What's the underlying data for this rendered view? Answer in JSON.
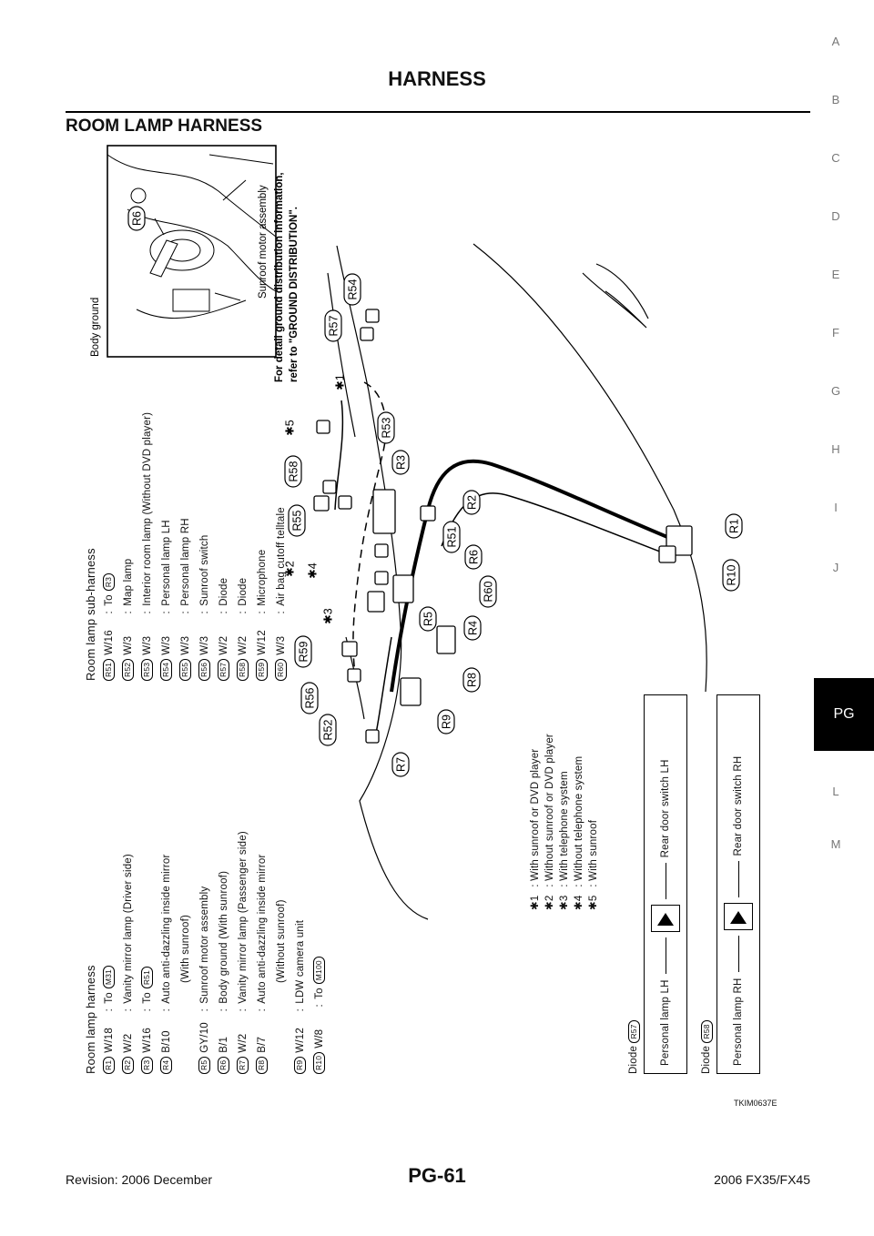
{
  "header": {
    "title": "HARNESS",
    "section": "ROOM LAMP HARNESS"
  },
  "side_index": [
    "A",
    "B",
    "C",
    "D",
    "E",
    "F",
    "G",
    "H",
    "I",
    "J",
    "PG",
    "L",
    "M"
  ],
  "side_active": "PG",
  "room_lamp_harness": {
    "title": "Room lamp harness",
    "rows": [
      {
        "id": "R1",
        "wire": "W/18",
        "desc": "To",
        "ref": "M31"
      },
      {
        "id": "R2",
        "wire": "W/2",
        "desc": "Vanity mirror lamp (Driver side)"
      },
      {
        "id": "R3",
        "wire": "W/16",
        "desc": "To",
        "ref": "R51"
      },
      {
        "id": "R4",
        "wire": "B/10",
        "desc": "Auto anti-dazzling inside mirror",
        "desc2": "(With sunroof)"
      },
      {
        "id": "R5",
        "wire": "GY/10",
        "desc": "Sunroof motor assembly"
      },
      {
        "id": "R6",
        "wire": "B/1",
        "desc": "Body ground (With sunroof)"
      },
      {
        "id": "R7",
        "wire": "W/2",
        "desc": "Vanity mirror lamp (Passenger side)"
      },
      {
        "id": "R8",
        "wire": "B/7",
        "desc": "Auto anti-dazzling inside mirror",
        "desc2": "(Without sunroof)"
      },
      {
        "id": "R9",
        "wire": "W/12",
        "desc": "LDW camera unit"
      },
      {
        "id": "R10",
        "wire": "W/8",
        "desc": "To",
        "ref": "M100"
      }
    ]
  },
  "room_lamp_sub_harness": {
    "title": "Room lamp sub-harness",
    "rows": [
      {
        "id": "R51",
        "wire": "W/16",
        "desc": "To",
        "ref": "R3"
      },
      {
        "id": "R52",
        "wire": "W/3",
        "desc": "Map lamp"
      },
      {
        "id": "R53",
        "wire": "W/3",
        "desc": "Interior room lamp (Without DVD player)"
      },
      {
        "id": "R54",
        "wire": "W/3",
        "desc": "Personal lamp LH"
      },
      {
        "id": "R55",
        "wire": "W/3",
        "desc": "Personal lamp RH"
      },
      {
        "id": "R56",
        "wire": "W/3",
        "desc": "Sunroof switch"
      },
      {
        "id": "R57",
        "wire": "W/2",
        "desc": "Diode"
      },
      {
        "id": "R58",
        "wire": "W/2",
        "desc": "Diode"
      },
      {
        "id": "R59",
        "wire": "W/12",
        "desc": "Microphone"
      },
      {
        "id": "R60",
        "wire": "W/3",
        "desc": "Air bag cutoff telltale"
      }
    ]
  },
  "detail_inset": {
    "body_ground": "Body ground",
    "motor": "Sunroof motor assembly",
    "connector": "R6"
  },
  "ground_note": {
    "line1": "For detail ground distribution information,",
    "line2": "refer to \"GROUND DISTRIBUTION\"."
  },
  "notes": [
    {
      "mark": "✱1",
      "text": "With sunroof or DVD player"
    },
    {
      "mark": "✱2",
      "text": "Without sunroof or DVD player"
    },
    {
      "mark": "✱3",
      "text": "With telephone system"
    },
    {
      "mark": "✱4",
      "text": "Without telephone system"
    },
    {
      "mark": "✱5",
      "text": "With sunroof"
    }
  ],
  "diodes": [
    {
      "label": "Diode",
      "ref": "R57",
      "left": "Personal lamp LH",
      "right": "Rear door switch LH"
    },
    {
      "label": "Diode",
      "ref": "R58",
      "left": "Personal lamp RH",
      "right": "Rear door switch RH"
    }
  ],
  "diagram_labels": [
    "R6",
    "R54",
    "R57",
    "✱1",
    "R53",
    "✱5",
    "R58",
    "R3",
    "R55",
    "R2",
    "R51",
    "✱2",
    "✱4",
    "R6",
    "R60",
    "✱3",
    "R5",
    "R59",
    "R4",
    "R56",
    "R8",
    "R52",
    "R9",
    "R7",
    "R1",
    "R10"
  ],
  "figure_code": "TKIM0637E",
  "footer": {
    "revision": "Revision: 2006 December",
    "page": "PG-61",
    "model": "2006 FX35/FX45"
  }
}
